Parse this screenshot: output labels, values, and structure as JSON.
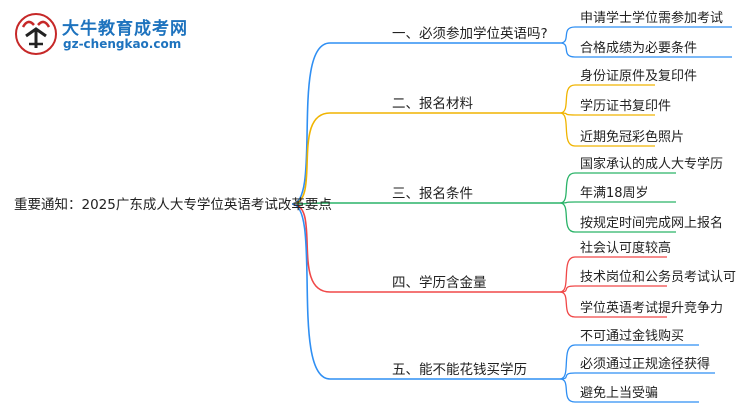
{
  "logo": {
    "icon": "bull-logo-icon",
    "title": "大牛教育成考网",
    "url": "gz-chengkao.com"
  },
  "root": {
    "label": "重要通知：2025广东成人大专学位英语考试改革要点"
  },
  "branches": [
    {
      "label": "一、必须参加学位英语吗?",
      "color": "#2f8ff3",
      "children": [
        "申请学士学位需参加考试",
        "合格成绩为必要条件"
      ]
    },
    {
      "label": "二、报名材料",
      "color": "#f0b400",
      "children": [
        "身份证原件及复印件",
        "学历证书复印件",
        "近期免冠彩色照片"
      ]
    },
    {
      "label": "三、报名条件",
      "color": "#2ab368",
      "children": [
        "国家承认的成人大专学历",
        "年满18周岁",
        "按规定时间完成网上报名"
      ]
    },
    {
      "label": "四、学历含金量",
      "color": "#f04848",
      "children": [
        "社会认可度较高",
        "技术岗位和公务员考试认可",
        "学位英语考试提升竞争力"
      ]
    },
    {
      "label": "五、能不能花钱买学历",
      "color": "#2f8ff3",
      "children": [
        "不可通过金钱购买",
        "必须通过正规途径获得",
        "避免上当受骗"
      ]
    }
  ]
}
